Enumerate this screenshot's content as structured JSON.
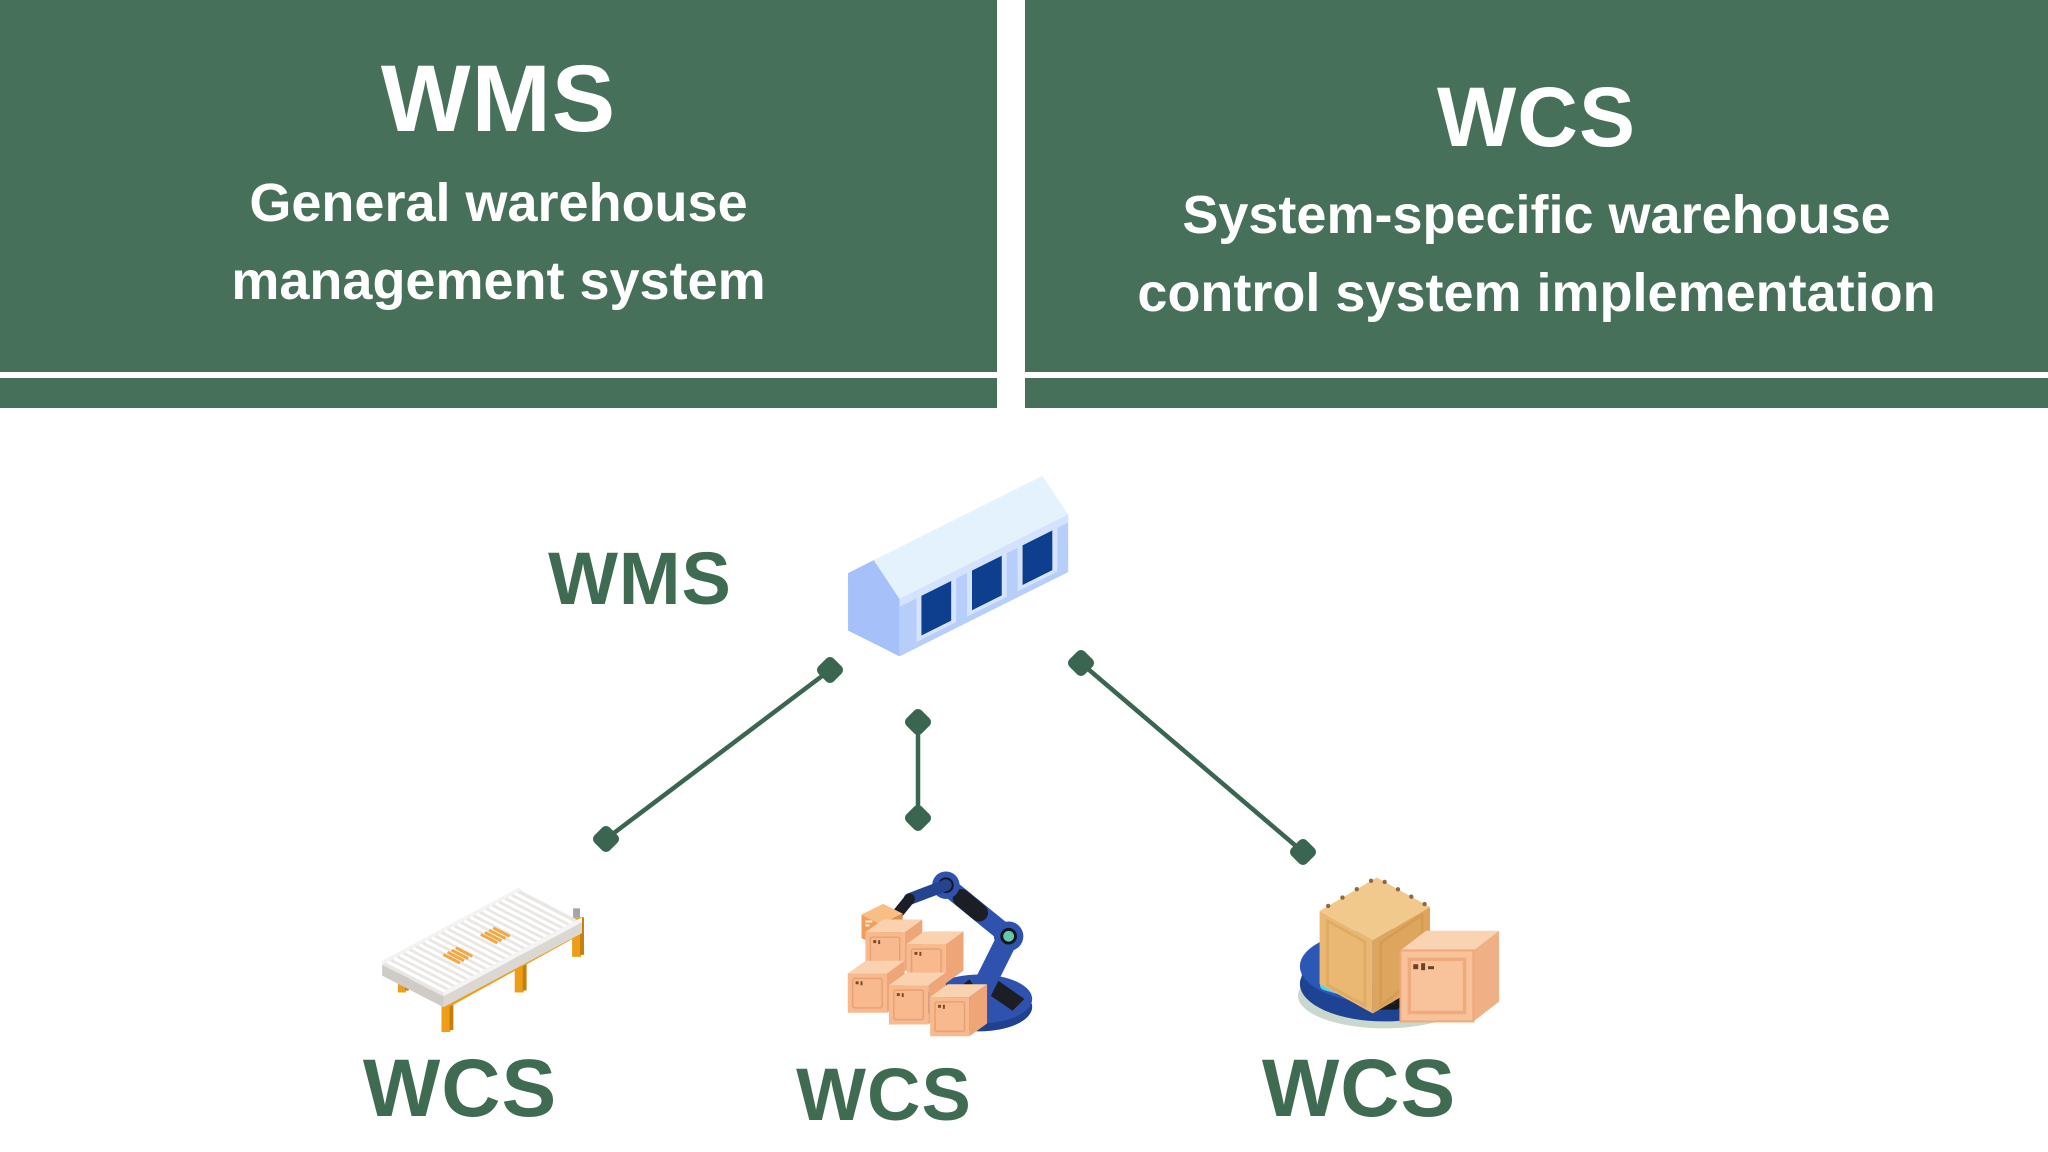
{
  "colors": {
    "header_green": "#47705B",
    "label_green": "#3E6B52",
    "connector_green": "#3A6550",
    "building_blue": "#B7CEFB",
    "door_navy": "#0E3E8E",
    "conveyor_orange": "#ED9D17",
    "robot_blue": "#2E52AE",
    "box_peach": "#F7B98D",
    "crate_tan": "#EFC17E",
    "agv_blue": "#2B57B5",
    "agv_cyan": "#54D2E6"
  },
  "header": {
    "left": {
      "title": "WMS",
      "subtitle": [
        "General warehouse",
        "management system"
      ]
    },
    "right": {
      "title": "WCS",
      "subtitle": [
        "System-specific warehouse",
        "control system implementation"
      ]
    }
  },
  "diagram": {
    "root": {
      "label": "WMS",
      "icon": "warehouse-building-icon"
    },
    "children": [
      {
        "label": "WCS",
        "icon": "conveyor-belt-icon"
      },
      {
        "label": "WCS",
        "icon": "robotic-arm-icon"
      },
      {
        "label": "WCS",
        "icon": "agv-robot-icon"
      }
    ]
  }
}
